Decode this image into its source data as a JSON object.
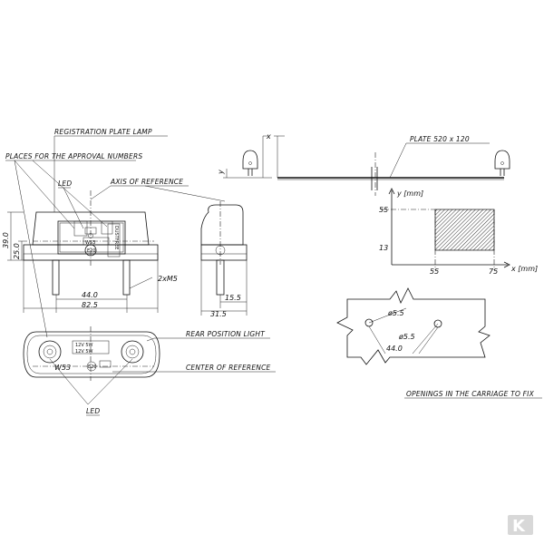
{
  "labels": {
    "registration_lamp": "REGISTRATION PLATE LAMP",
    "places_approval": "PLACES FOR THE APPROVAL NUMBERS",
    "led_top": "LED",
    "axis_reference": "AXIS OF REFERENCE",
    "rear_position_light": "REAR POSITION LIGHT",
    "center_reference": "CENTER OF REFERENCE",
    "led_bottom": "LED",
    "plate": "PLATE 520 x 120",
    "openings": "OPENINGS IN THE CARRIAGE TO FIX",
    "screw": "2xM5",
    "w53": "W53",
    "marking": "12V 5W",
    "x_axis_var": "x",
    "y_axis_var": "y"
  },
  "dimensions": {
    "height_outer": "39.0",
    "height_inner": "25.0",
    "width_holes": "44.0",
    "width_total": "82.5",
    "side_width": "15.5",
    "side_total": "31.5",
    "dia_1": "ø5.5",
    "dia_2": "ø5.5",
    "hole_dist": "44.0"
  },
  "graph": {
    "y_label": "y [mm]",
    "x_label": "x [mm]",
    "y_ticks": [
      "55",
      "13"
    ],
    "x_ticks": [
      "55",
      "75"
    ]
  },
  "logo": "K"
}
